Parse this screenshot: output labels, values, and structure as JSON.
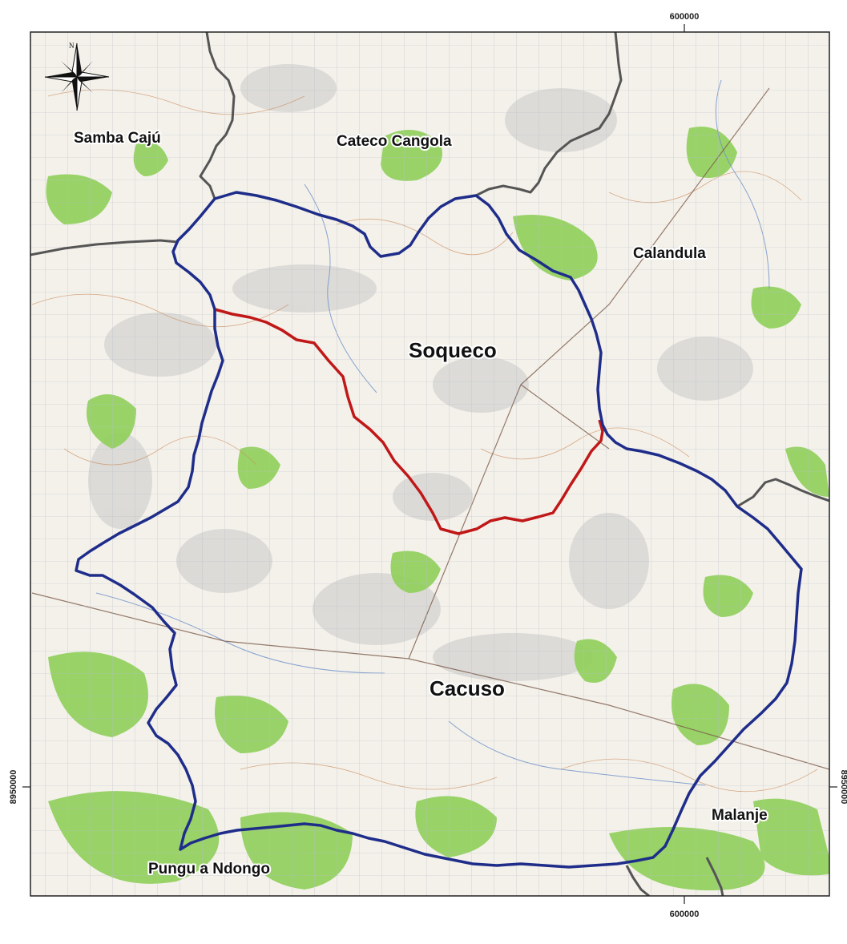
{
  "map": {
    "colors": {
      "municipality_boundary": "#1f2d8a",
      "subdivision_line": "#c01818",
      "neighbor_boundary": "#555555",
      "vegetation": "#8fcf5a",
      "background": "#f4f1ea",
      "grid": "#b8bcc8",
      "contours": "#c98a5a",
      "rivers": "#6a8ec8"
    },
    "icons": {
      "north_arrow": "compass-rose-icon",
      "north_letter": "N"
    },
    "coordinates": {
      "easting_top": "600000",
      "easting_bottom": "600000",
      "northing_left": "8950000",
      "northing_right": "8950000"
    },
    "places": {
      "samba_caju": "Samba Cajú",
      "cateco_cangola": "Cateco Cangola",
      "calandula": "Calandula",
      "soqueco": "Soqueco",
      "cacuso": "Cacuso",
      "malanje": "Malanje",
      "pungu_a_ndongo": "Pungu a Ndongo"
    }
  }
}
